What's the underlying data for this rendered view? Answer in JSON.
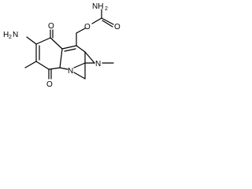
{
  "structure": {
    "labels": {
      "carbamate_nh2": {
        "main": "NH",
        "sub": "2"
      },
      "carbamate_carbonyl_o": "O",
      "carbamate_ester_o": "O",
      "amino_nh2": {
        "main": "H",
        "sub": "2",
        "tail": "N"
      },
      "quinone_top_o": "O",
      "quinone_bottom_o": "O",
      "pyrrolo_n": "N",
      "aziridine_n": "N"
    },
    "colors": {
      "ink": "#000000",
      "background": "#ffffff"
    }
  }
}
